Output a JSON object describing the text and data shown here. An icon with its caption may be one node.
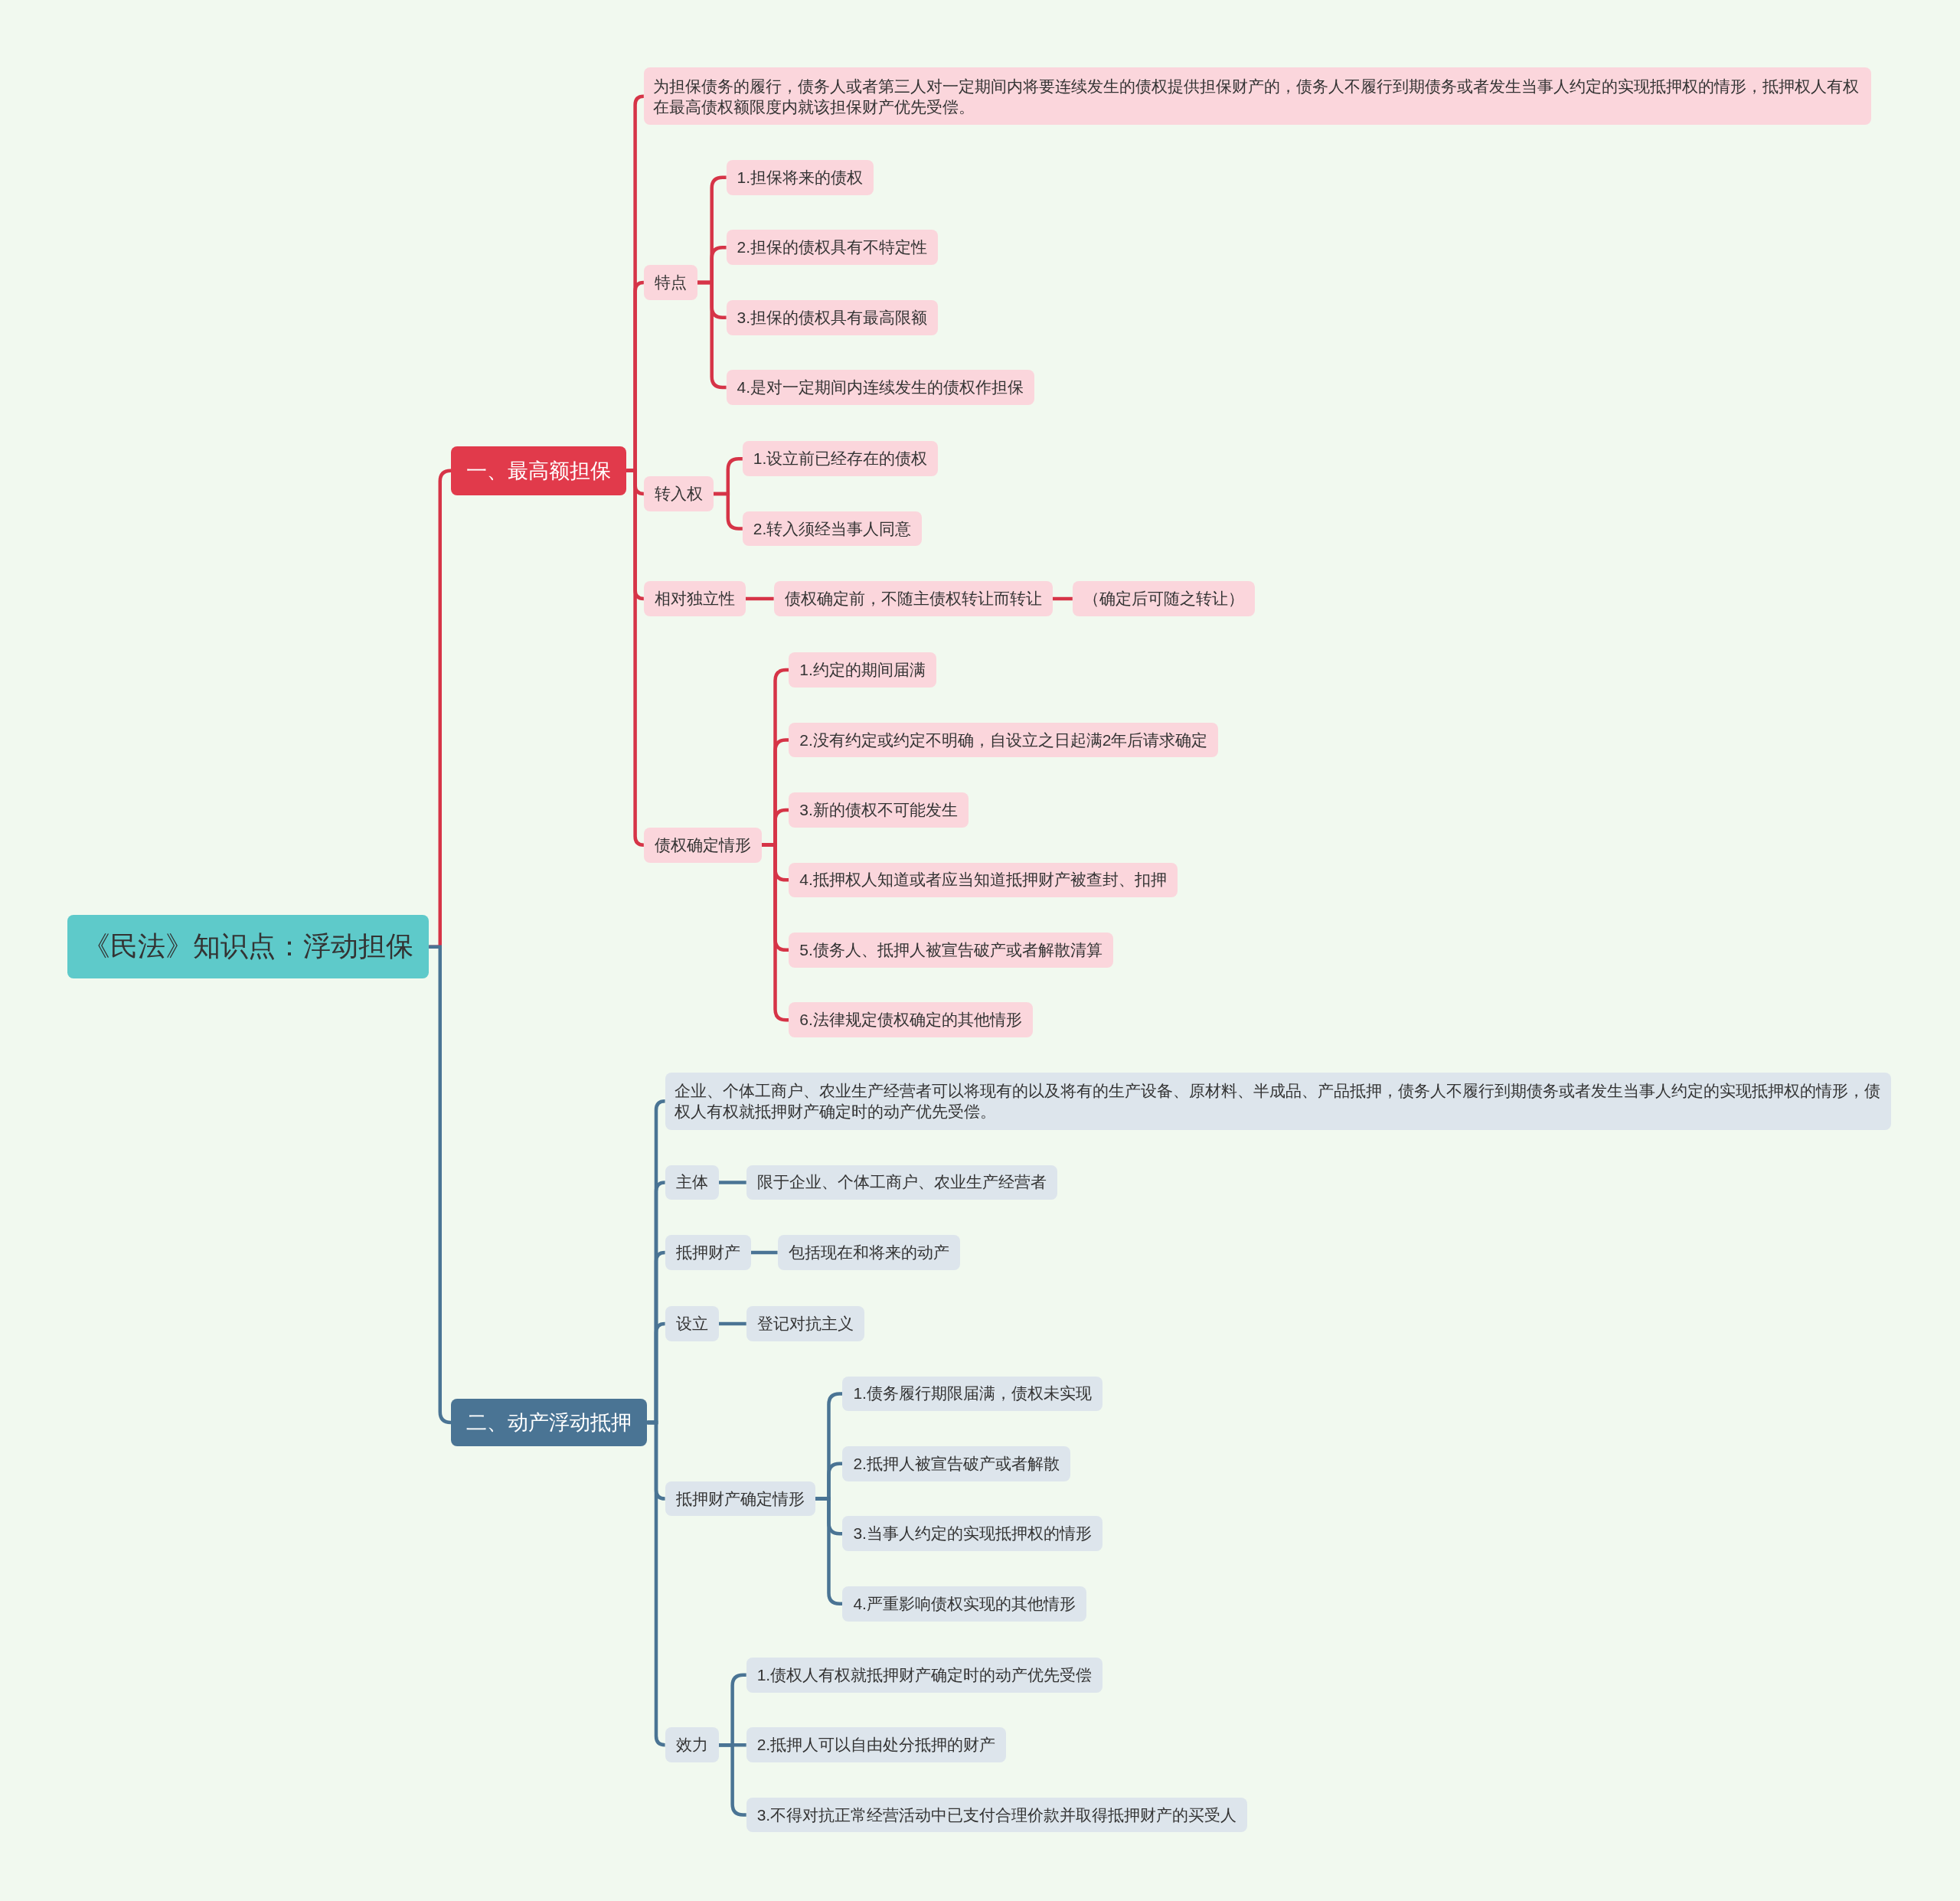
{
  "diagram": {
    "nodes": [
      {
        "text": [
          "《民法》知识点：浮动担保"
        ]
      },
      {
        "text": [
          "一、最高额担保"
        ]
      },
      {
        "text": [
          "为担保债务的履行，债务人或者第三人对一定期间内将要连续发生的债权提供担保财产的，债务人不履行到期债务或者发生当事人约定的实现抵押权的情形，抵押权人有权在最高债权额限度内就该担保财产优先受偿。"
        ]
      },
      {
        "text": [
          "特点"
        ]
      },
      {
        "text": [
          "1.担保将来的债权"
        ]
      },
      {
        "text": [
          "2.担保的债权具有不特定性"
        ]
      },
      {
        "text": [
          "3.担保的债权具有最高限额"
        ]
      },
      {
        "text": [
          "4.是对一定期间内连续发生的债权作担保"
        ]
      },
      {
        "text": [
          "转入权"
        ]
      },
      {
        "text": [
          "1.设立前已经存在的债权"
        ]
      },
      {
        "text": [
          "2.转入须经当事人同意"
        ]
      },
      {
        "text": [
          "相对独立性"
        ]
      },
      {
        "text": [
          "债权确定前，不随主债权转让而转让"
        ]
      },
      {
        "text": [
          "（确定后可随之转让）"
        ]
      },
      {
        "text": [
          "债权确定情形"
        ]
      },
      {
        "text": [
          "1.约定的期间届满"
        ]
      },
      {
        "text": [
          "2.没有约定或约定不明确，自设立之日起满2年后请求确定"
        ]
      },
      {
        "text": [
          "3.新的债权不可能发生"
        ]
      },
      {
        "text": [
          "4.抵押权人知道或者应当知道抵押财产被查封、扣押"
        ]
      },
      {
        "text": [
          "5.债务人、抵押人被宣告破产或者解散清算"
        ]
      },
      {
        "text": [
          "6.法律规定债权确定的其他情形"
        ]
      },
      {
        "text": [
          "二、动产浮动抵押"
        ]
      },
      {
        "text": [
          "企业、个体工商户、农业生产经营者可以将现有的以及将有的生产设备、原材料、半成品、产品抵押，债务人不履行到期债务或者发生当事人约定的实现抵押权的情形，债权人有权就抵押财产确定时的动产优先受偿。"
        ]
      },
      {
        "text": [
          "主体"
        ]
      },
      {
        "text": [
          "限于企业、个体工商户、农业生产经营者"
        ]
      },
      {
        "text": [
          "抵押财产"
        ]
      },
      {
        "text": [
          "包括现在和将来的动产"
        ]
      },
      {
        "text": [
          "设立"
        ]
      },
      {
        "text": [
          "登记对抗主义"
        ]
      },
      {
        "text": [
          "抵押财产确定情形"
        ]
      },
      {
        "text": [
          "1.债务履行期限届满，债权未实现"
        ]
      },
      {
        "text": [
          "2.抵押人被宣告破产或者解散"
        ]
      },
      {
        "text": [
          "3.当事人约定的实现抵押权的情形"
        ]
      },
      {
        "text": [
          "4.严重影响债权实现的其他情形"
        ]
      },
      {
        "text": [
          "效力"
        ]
      },
      {
        "text": [
          "1.债权人有权就抵押财产确定时的动产优先受偿"
        ]
      },
      {
        "text": [
          "2.抵押人可以自由处分抵押的财产"
        ]
      },
      {
        "text": [
          "3.不得对抗正常经营活动中已支付合理价款并取得抵押财产的买受人"
        ]
      }
    ],
    "edges": [
      {
        "from": 0,
        "to": 1,
        "arrow": "none"
      },
      {
        "from": 1,
        "to": 2,
        "arrow": "none"
      },
      {
        "from": 1,
        "to": 3,
        "arrow": "none"
      },
      {
        "from": 3,
        "to": 4,
        "arrow": "none"
      },
      {
        "from": 3,
        "to": 5,
        "arrow": "none"
      },
      {
        "from": 3,
        "to": 6,
        "arrow": "none"
      },
      {
        "from": 3,
        "to": 7,
        "arrow": "none"
      },
      {
        "from": 1,
        "to": 8,
        "arrow": "none"
      },
      {
        "from": 8,
        "to": 9,
        "arrow": "none"
      },
      {
        "from": 8,
        "to": 10,
        "arrow": "none"
      },
      {
        "from": 1,
        "to": 11,
        "arrow": "none"
      },
      {
        "from": 11,
        "to": 12,
        "arrow": "none"
      },
      {
        "from": 12,
        "to": 13,
        "arrow": "none"
      },
      {
        "from": 1,
        "to": 14,
        "arrow": "none"
      },
      {
        "from": 14,
        "to": 15,
        "arrow": "none"
      },
      {
        "from": 14,
        "to": 16,
        "arrow": "none"
      },
      {
        "from": 14,
        "to": 17,
        "arrow": "none"
      },
      {
        "from": 14,
        "to": 18,
        "arrow": "none"
      },
      {
        "from": 14,
        "to": 19,
        "arrow": "none"
      },
      {
        "from": 14,
        "to": 20,
        "arrow": "none"
      },
      {
        "from": 0,
        "to": 21,
        "arrow": "none",
        "color": "#4a7494"
      },
      {
        "from": 21,
        "to": 22,
        "arrow": "none",
        "color": "#4a7494"
      },
      {
        "from": 21,
        "to": 23,
        "arrow": "none",
        "color": "#4a7494"
      },
      {
        "from": 23,
        "to": 24,
        "arrow": "none",
        "color": "#4a7494"
      },
      {
        "from": 21,
        "to": 25,
        "arrow": "none",
        "color": "#4a7494"
      },
      {
        "from": 25,
        "to": 26,
        "arrow": "none",
        "color": "#4a7494"
      },
      {
        "from": 21,
        "to": 27,
        "arrow": "none",
        "color": "#4a7494"
      },
      {
        "from": 27,
        "to": 28,
        "arrow": "none",
        "color": "#4a7494"
      },
      {
        "from": 21,
        "to": 29,
        "arrow": "none",
        "color": "#4a7494"
      },
      {
        "from": 29,
        "to": 30,
        "arrow": "none",
        "color": "#4a7494"
      },
      {
        "from": 29,
        "to": 31,
        "arrow": "none",
        "color": "#4a7494"
      },
      {
        "from": 29,
        "to": 32,
        "arrow": "none",
        "color": "#4a7494"
      },
      {
        "from": 29,
        "to": 33,
        "arrow": "none",
        "color": "#4a7494"
      },
      {
        "from": 21,
        "to": 34,
        "arrow": "none",
        "color": "#4a7494"
      },
      {
        "from": 34,
        "to": 35,
        "arrow": "none",
        "color": "#4a7494"
      },
      {
        "from": 34,
        "to": 36,
        "arrow": "none",
        "color": "#4a7494"
      },
      {
        "from": 34,
        "to": 37,
        "arrow": "none",
        "color": "#4a7494"
      }
    ]
  }
}
